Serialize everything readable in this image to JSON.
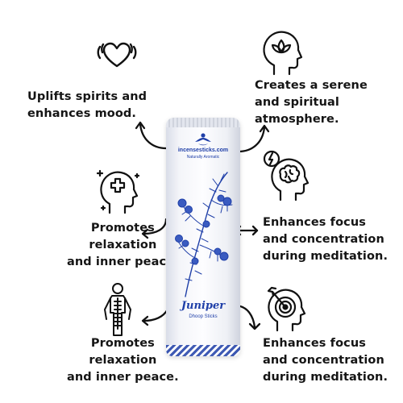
{
  "benefits": {
    "mood": "Uplifts spirits and\nenhances mood.",
    "atmosphere": "Creates a serene\nand spiritual\natmosphere.",
    "relaxation_1": "Promotes\nrelaxation\nand inner peace.",
    "focus_1": "Enhances focus\nand concentration\nduring meditation.",
    "relaxation_2": "Promotes\nrelaxation\nand inner peace.",
    "focus_2": "Enhances focus\nand concentration\nduring meditation."
  },
  "product": {
    "brand_name": "incensesticks.com",
    "brand_tagline": "Naturally Aromatic",
    "name": "Juniper",
    "subtitle": "Dhoop Sticks"
  },
  "colors": {
    "text": "#151515",
    "brand_blue": "#1f3fa8",
    "icon_stroke": "#111111"
  },
  "icons": [
    "heart-vibration-icon",
    "lotus-head-icon",
    "health-head-icon",
    "brain-lightning-icon",
    "body-spine-icon",
    "target-head-icon"
  ]
}
